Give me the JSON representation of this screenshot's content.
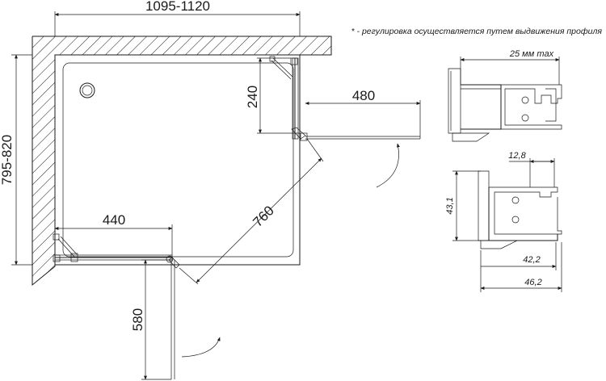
{
  "plan": {
    "dim_width": "1095-1120",
    "dim_depth": "795-820",
    "dim_fixed_right": "240",
    "dim_door_right": "480",
    "dim_fixed_bottom": "440",
    "dim_door_bottom": "580",
    "dim_diagonal": "760"
  },
  "note": {
    "text": "* - регулировка осуществляется путем выдвижения профиля"
  },
  "profile_top": {
    "dim": "25 мм max"
  },
  "profile_bottom": {
    "dim_top": "12,8",
    "dim_height": "43,1",
    "dim_inner": "42,2",
    "dim_outer": "46,2"
  }
}
